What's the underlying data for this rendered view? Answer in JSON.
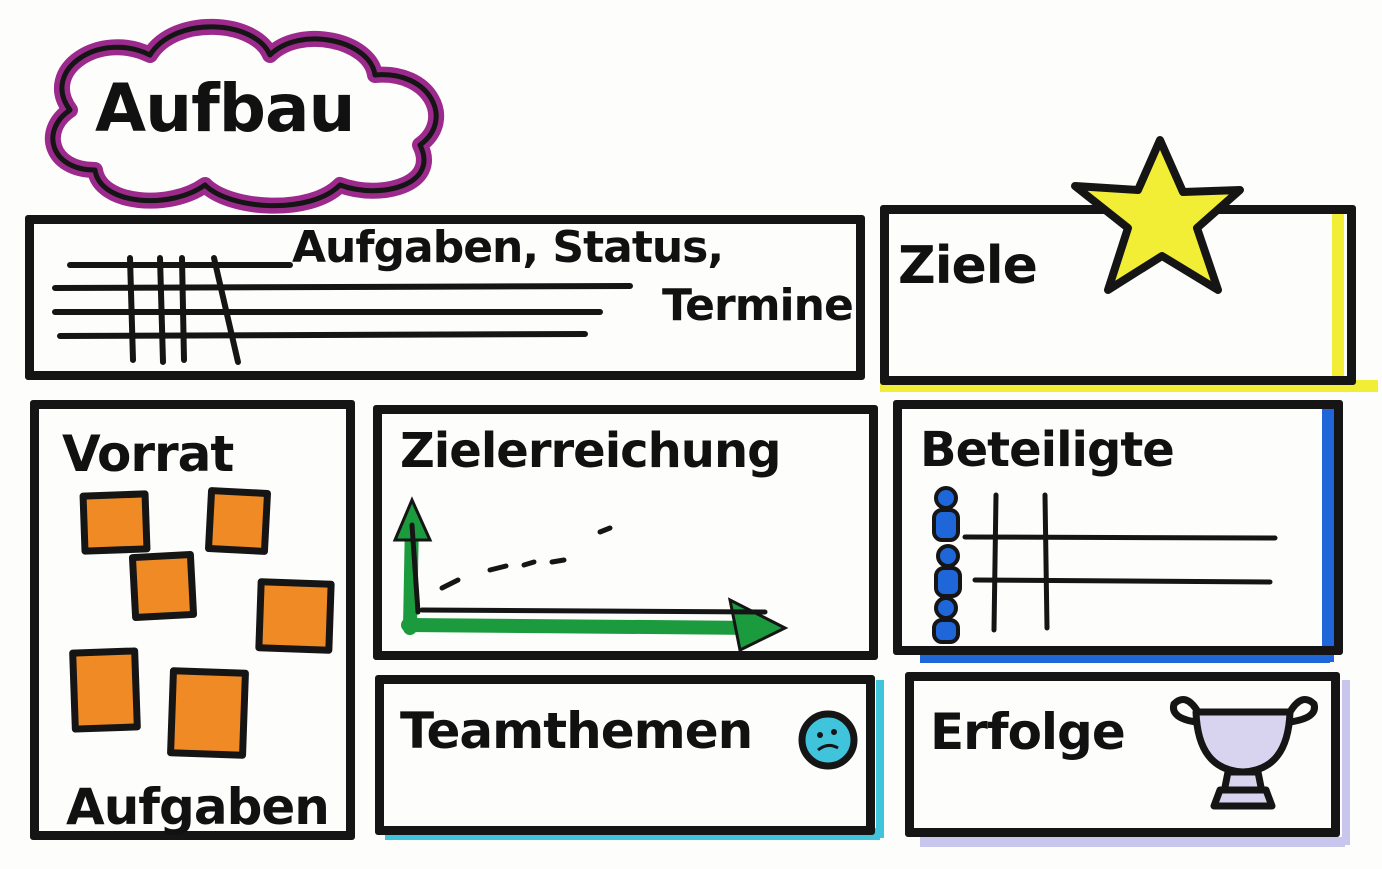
{
  "title": "Aufbau",
  "boxes": {
    "aufgaben": {
      "label_line1": "Aufgaben, Status,",
      "label_line2": "Termine"
    },
    "ziele": {
      "label": "Ziele"
    },
    "vorrat": {
      "label_top": "Vorrat",
      "label_bottom": "Aufgaben"
    },
    "zielerreichung": {
      "label": "Zielerreichung"
    },
    "beteiligte": {
      "label": "Beteiligte"
    },
    "teamthemen": {
      "label": "Teamthemen"
    },
    "erfolge": {
      "label": "Erfolge"
    }
  },
  "colors": {
    "ink": "#151515",
    "cloud": "#9c2a8c",
    "star": "#f2ee36",
    "ziele_accent": "#f2ee36",
    "chart": "#1c9a3e",
    "beteiligte_accent": "#1f66d8",
    "teamthemen_accent": "#3fc4dc",
    "erfolge_accent": "#c9c6ee",
    "sticky_note": "#f08a25",
    "trophy": "#d8d4f0"
  },
  "icons": {
    "ziele": "star-icon",
    "zielerreichung": "line-chart-icon",
    "beteiligte": "people-icon",
    "teamthemen": "speech-bubble-icon",
    "erfolge": "trophy-icon"
  }
}
